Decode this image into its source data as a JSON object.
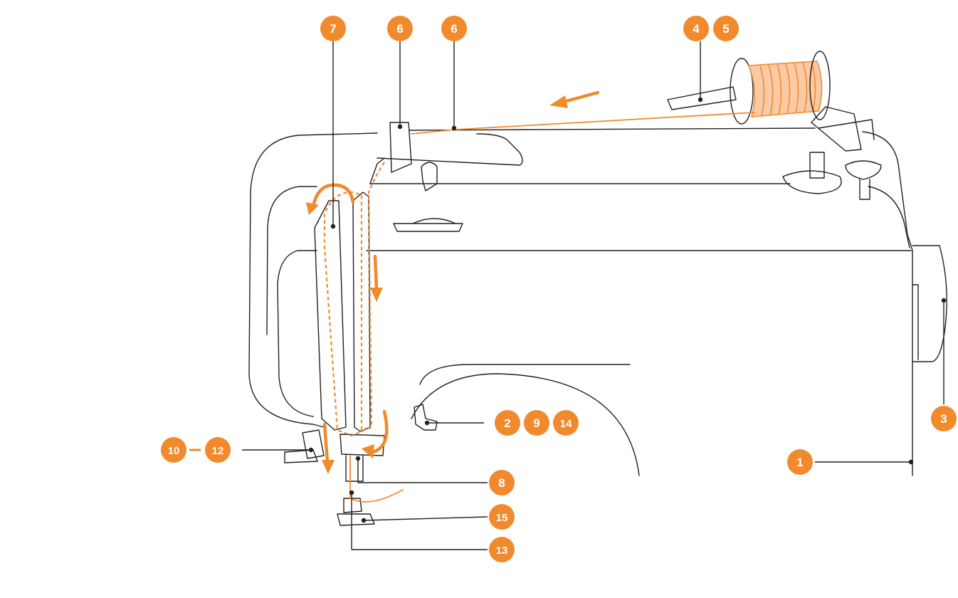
{
  "colors": {
    "accent": "#f08a2c",
    "outline": "#231f20",
    "label_text": "#ffffff",
    "background": "#ffffff"
  },
  "labels": {
    "l1": "1",
    "l2": "2",
    "l3": "3",
    "l4": "4",
    "l5": "5",
    "l6a": "6",
    "l6b": "6",
    "l7": "7",
    "l8": "8",
    "l9": "9",
    "l10": "10",
    "l12": "12",
    "l13": "13",
    "l14": "14",
    "l15": "15"
  }
}
